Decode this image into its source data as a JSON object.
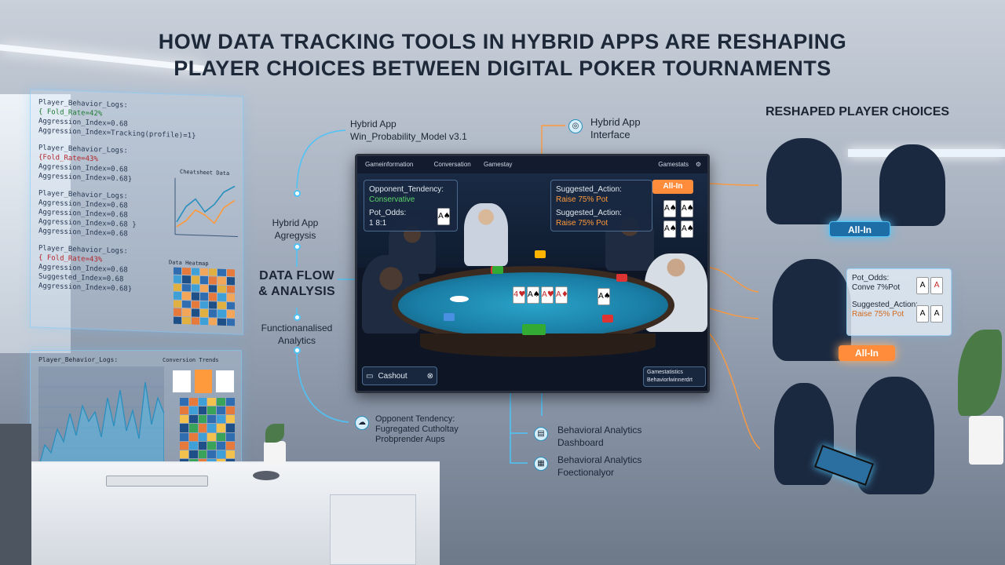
{
  "title": {
    "line1": "HOW DATA TRACKING TOOLS IN HYBRID APPS ARE RESHAPING",
    "line2": "PLAYER CHOICES BETWEEN DIGITAL POKER TOURNAMENTS"
  },
  "left_panel": {
    "lines": [
      "Player_Behavior_Logs:",
      "{ Fold_Rate=42%",
      "  Aggression_Index=0.68",
      "  Aggression_Index=Tracking(profile)=1}",
      "Player_Behavior_Logs:",
      "  {Fold_Rate=43%",
      "   Aggression_Index=0.68",
      "   Aggression_Index=0.68}",
      "Player_Behavior_Logs:",
      "  Aggression_Index=0.68",
      "  Aggression_Index=0.68",
      "  Aggression_Index=0.68 }",
      "  Aggression_Index=0.68",
      "Player_Behavior_Logs:",
      "{ Fold_Rate=43%",
      "  Aggression_Index=0.68",
      "  Suggested_Index=0.68",
      "  Aggression_Index=0.68}"
    ],
    "chart_title": "Cheatsheet Data",
    "heatmap_title": "Data Heatmap"
  },
  "monitor_panel": {
    "title": "Player_Behavior_Logs:",
    "side_title": "Conversion Trends"
  },
  "flow_labels": {
    "model": "Hybrid App\nWin_Probability_Model v3.1",
    "interface": "Hybrid App\nInterface",
    "agregysis": "Hybrid App\nAgregysis",
    "data_flow": "DATA FLOW\n& ANALYSIS",
    "functional": "Functionanalised\nAnalytics",
    "opponent": "Opponent Tendency:\nFugregated Cutholtay\nProbprender Aups",
    "dashboard": "Behavioral Analytics\nDashboard",
    "functionalyor": "Behavioral Analytics\nFoectionalyor"
  },
  "screen": {
    "topbar": [
      "Gameinformation",
      "Conversation",
      "Gamestay"
    ],
    "topbar_right": "Gamestats",
    "left_panel": {
      "line1": "Opponent_Tendency:",
      "line2": "Conservative",
      "line3": "Pot_Odds:",
      "line4": "1 8:1"
    },
    "right_panel": {
      "line1": "Suggested_Action:",
      "line2": "Raise 75% Pot",
      "line3": "Suggested_Action:",
      "line4": "Raise 75% Pot"
    },
    "allin": "All-In",
    "bottom_left": "Cashout",
    "bottom_right": "Gamestatistics\nBehaviorlwinnerdrt",
    "community_cards": [
      "4♥",
      "A♠",
      "A♥",
      "A♦"
    ],
    "extra_card": "A♠",
    "side_cards": [
      "A♠",
      "A♠",
      "A♠",
      "A♠"
    ],
    "hole_card": "A♠"
  },
  "right_side": {
    "heading": "RESHAPED PLAYER CHOICES",
    "allin_top": "All-In",
    "bubble": {
      "line1": "Pot_Odds:",
      "line2": "Conve 7%Pot",
      "line3": "Suggested_Action:",
      "line4": "Raise 75% Pot"
    },
    "allin_mid": "All-In"
  },
  "colors": {
    "accent_cyan": "#4fc3f7",
    "accent_orange": "#ff9a3c",
    "felt": "#1a7ea6"
  }
}
